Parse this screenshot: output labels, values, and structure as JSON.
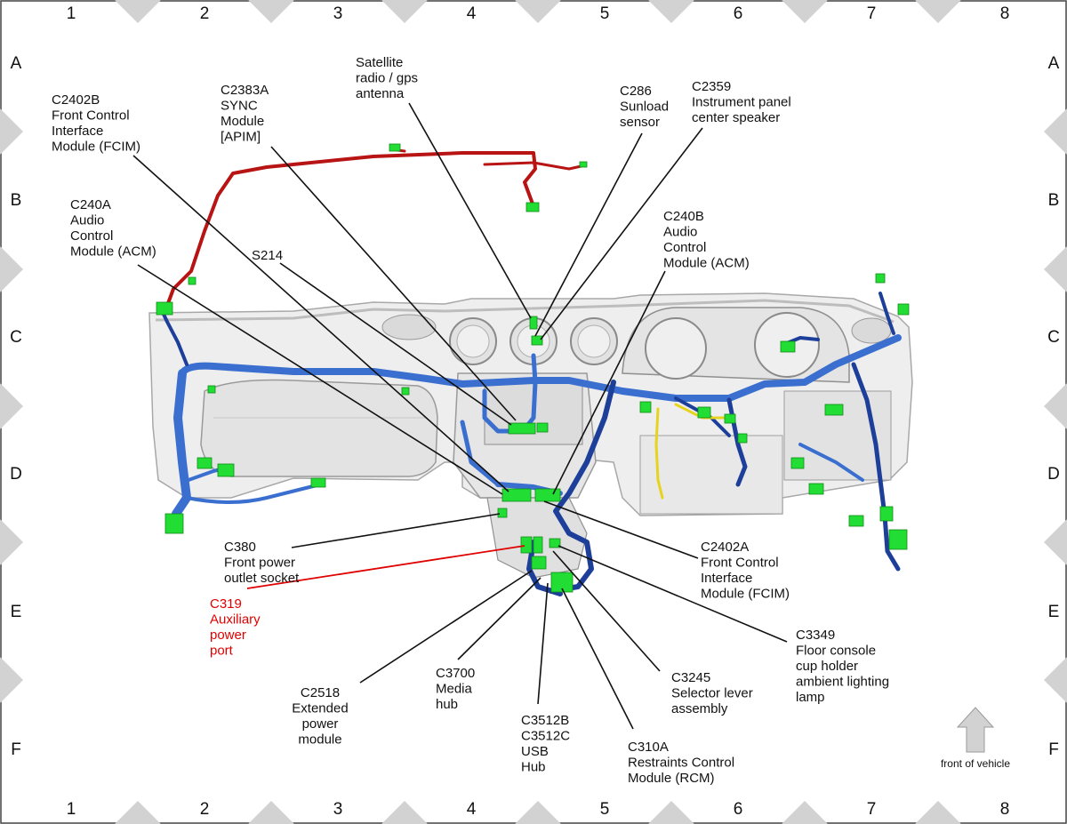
{
  "grid": {
    "columns": [
      "1",
      "2",
      "3",
      "4",
      "5",
      "6",
      "7",
      "8"
    ],
    "rows": [
      "A",
      "B",
      "C",
      "D",
      "E",
      "F"
    ]
  },
  "colors": {
    "harness_blue": "#3a6fd0",
    "harness_dark": "#1d3f9a",
    "harness_red": "#d01818",
    "connector_green": "#22dd33",
    "highlight_red": "#e00000",
    "dash_gray": "#d2d2d2"
  },
  "callouts": {
    "c2402b": [
      "C2402B",
      "Front Control",
      "Interface",
      "Module (FCIM)"
    ],
    "c2383a": [
      "C2383A",
      "SYNC",
      "Module",
      "[APIM]"
    ],
    "satellite": [
      "Satellite",
      "radio / gps",
      "antenna"
    ],
    "c286": [
      "C286",
      "Sunload",
      "sensor"
    ],
    "c2359": [
      "C2359",
      "Instrument panel",
      "center speaker"
    ],
    "c240a": [
      "C240A",
      "Audio",
      "Control",
      "Module (ACM)"
    ],
    "c240b": [
      "C240B",
      "Audio",
      "Control",
      "Module (ACM)"
    ],
    "s214": [
      "S214"
    ],
    "c380": [
      "C380",
      "Front power",
      "outlet socket"
    ],
    "c319": [
      "C319",
      "Auxiliary",
      "power",
      "port"
    ],
    "c2402a": [
      "C2402A",
      "Front Control",
      "Interface",
      "Module (FCIM)"
    ],
    "c3349": [
      "C3349",
      "Floor console",
      "cup holder",
      "ambient lighting",
      "lamp"
    ],
    "c3245": [
      "C3245",
      "Selector lever",
      "assembly"
    ],
    "c2518": [
      "C2518",
      "Extended",
      "power",
      "module"
    ],
    "c3700": [
      "C3700",
      "Media",
      "hub"
    ],
    "c3512": [
      "C3512B",
      "C3512C",
      "USB",
      "Hub"
    ],
    "c310a": [
      "C310A",
      "Restraints Control",
      "Module (RCM)"
    ]
  },
  "front_of_vehicle": "front of vehicle"
}
